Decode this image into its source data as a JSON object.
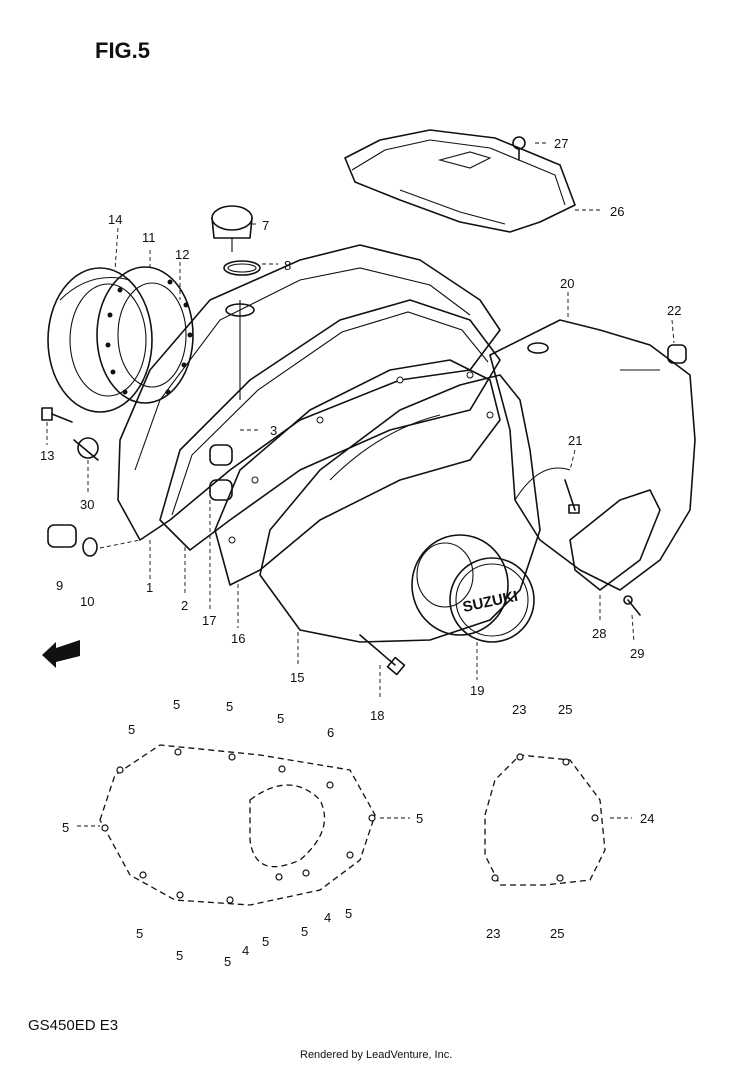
{
  "figure_title": "FIG.5",
  "model_code": "GS450ED  E3",
  "footer_text": "Rendered by LeadVenture, Inc.",
  "fwd_label": "FWD",
  "cover_brand": "SUZUKI",
  "callouts": {
    "c1": "1",
    "c2": "2",
    "c3": "3",
    "c7": "7",
    "c8": "8",
    "c9": "9",
    "c10": "10",
    "c11": "11",
    "c12": "12",
    "c13": "13",
    "c14": "14",
    "c15": "15",
    "c16": "16",
    "c17": "17",
    "c18": "18",
    "c19": "19",
    "c20": "20",
    "c21": "21",
    "c22": "22",
    "c26": "26",
    "c27": "27",
    "c28": "28",
    "c29": "29",
    "c30": "30",
    "d_top1": "5",
    "d_top2": "5",
    "d_top3": "5",
    "d_top6": "6",
    "d_topL": "5",
    "d_left": "5",
    "d_right": "5",
    "d_bl1": "5",
    "d_bl2": "5",
    "d_bl3": "5",
    "d_b4a": "4",
    "d_b5": "5",
    "d_b5b": "5",
    "d_b4b": "4",
    "d_br": "5",
    "e_23a": "23",
    "e_25a": "25",
    "e_24": "24",
    "e_23b": "23",
    "e_25b": "25"
  }
}
